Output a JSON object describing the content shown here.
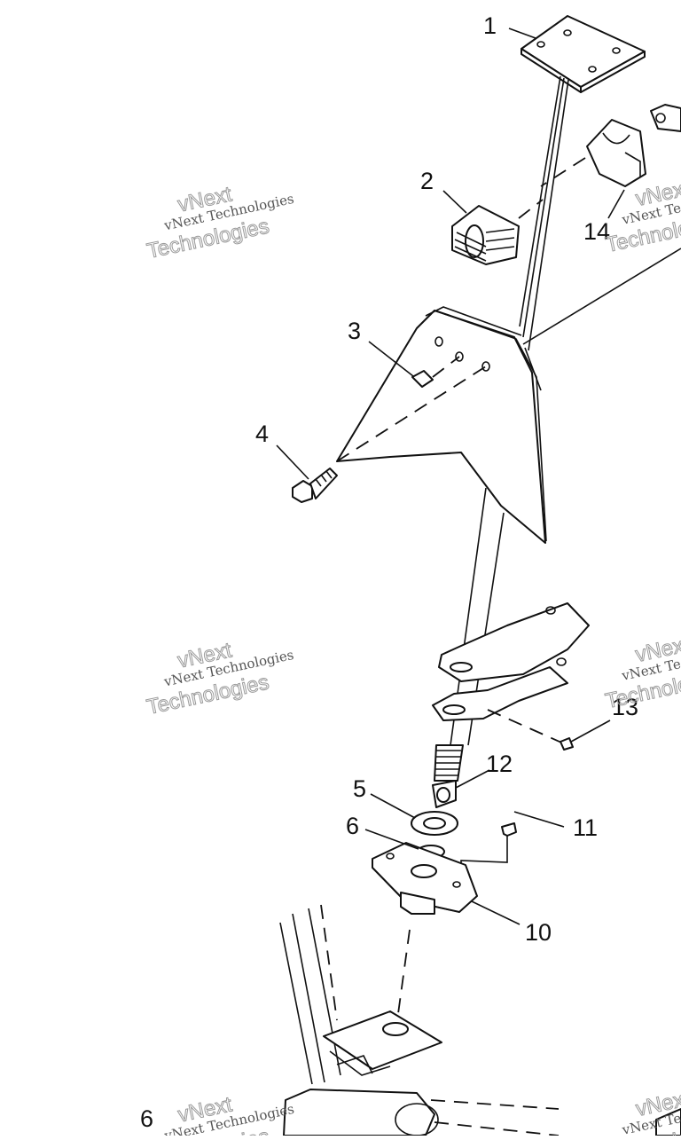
{
  "diagram": {
    "callouts": [
      "1",
      "2",
      "3",
      "4",
      "5",
      "6",
      "10",
      "11",
      "12",
      "13",
      "14",
      "6"
    ],
    "watermark": {
      "line1": "vNext Technologies",
      "line2": "vNext",
      "line3": "Technologies"
    }
  }
}
